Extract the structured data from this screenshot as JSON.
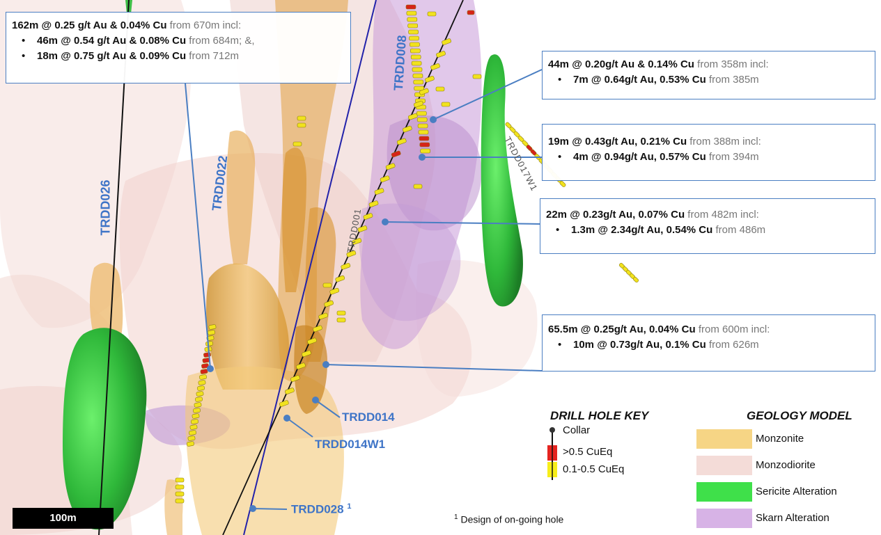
{
  "callouts": [
    {
      "id": "c1",
      "main_bold": "162m @ 0.25 g/t Au & 0.04% Cu",
      "main_grey": " from 670m incl:",
      "subs": [
        {
          "bold": "46m @ 0.54 g/t Au & 0.08% Cu",
          "grey": " from 684m; &,"
        },
        {
          "bold": "18m @ 0.75 g/t Au & 0.09% Cu",
          "grey": "  from 712m"
        }
      ]
    },
    {
      "id": "c2",
      "main_bold": "44m @ 0.20g/t Au & 0.14% Cu",
      "main_grey": " from 358m incl:",
      "subs": [
        {
          "bold": "7m @ 0.64g/t Au, 0.53% Cu",
          "grey": " from 385m"
        }
      ]
    },
    {
      "id": "c3",
      "main_bold": "19m @ 0.43g/t Au, 0.21% Cu",
      "main_grey": " from 388m incl:",
      "subs": [
        {
          "bold": "4m @ 0.94g/t Au, 0.57% Cu",
          "grey": " from 394m"
        }
      ]
    },
    {
      "id": "c4",
      "main_bold": "22m @ 0.23g/t Au, 0.07% Cu",
      "main_grey": "  from 482m incl:",
      "subs": [
        {
          "bold": "1.3m @ 2.34g/t Au, 0.54% Cu",
          "grey": " from 486m"
        }
      ]
    },
    {
      "id": "c5",
      "main_bold": "65.5m @ 0.25g/t Au, 0.04% Cu",
      "main_grey": " from 600m incl:",
      "subs": [
        {
          "bold": "10m @ 0.73g/t Au, 0.1% Cu",
          "grey": " from 626m"
        }
      ]
    }
  ],
  "hole_labels": {
    "trdd026": "TRDD026",
    "trdd022": "TRDD022",
    "trdd008": "TRDD008",
    "trdd001": "TRDD001",
    "trdd017w1": "TRDD017W1",
    "trdd014": "TRDD014",
    "trdd014w1": "TRDD014W1",
    "trdd028": "TRDD028",
    "trdd028_sup": "1"
  },
  "drill_key": {
    "title": "DRILL HOLE KEY",
    "collar": "Collar",
    "high": ">0.5 CuEq",
    "low": "0.1-0.5 CuEq",
    "colors": {
      "high": "#e52420",
      "low": "#f7ee1a"
    }
  },
  "geology": {
    "title": "GEOLOGY MODEL",
    "items": [
      {
        "label": "Monzonite",
        "color": "#f6d585"
      },
      {
        "label": "Monzodiorite",
        "color": "#f4dcd8"
      },
      {
        "label": "Sericite Alteration",
        "color": "#3fe04a"
      },
      {
        "label": "Skarn Alteration",
        "color": "#d7b3e6"
      }
    ]
  },
  "scale_bar": "100m",
  "footnote": {
    "sup": "1",
    "text": " Design of  on-going  hole"
  },
  "colors": {
    "callout_border": "#4a7ec2",
    "hole_label": "#3e74c7"
  }
}
